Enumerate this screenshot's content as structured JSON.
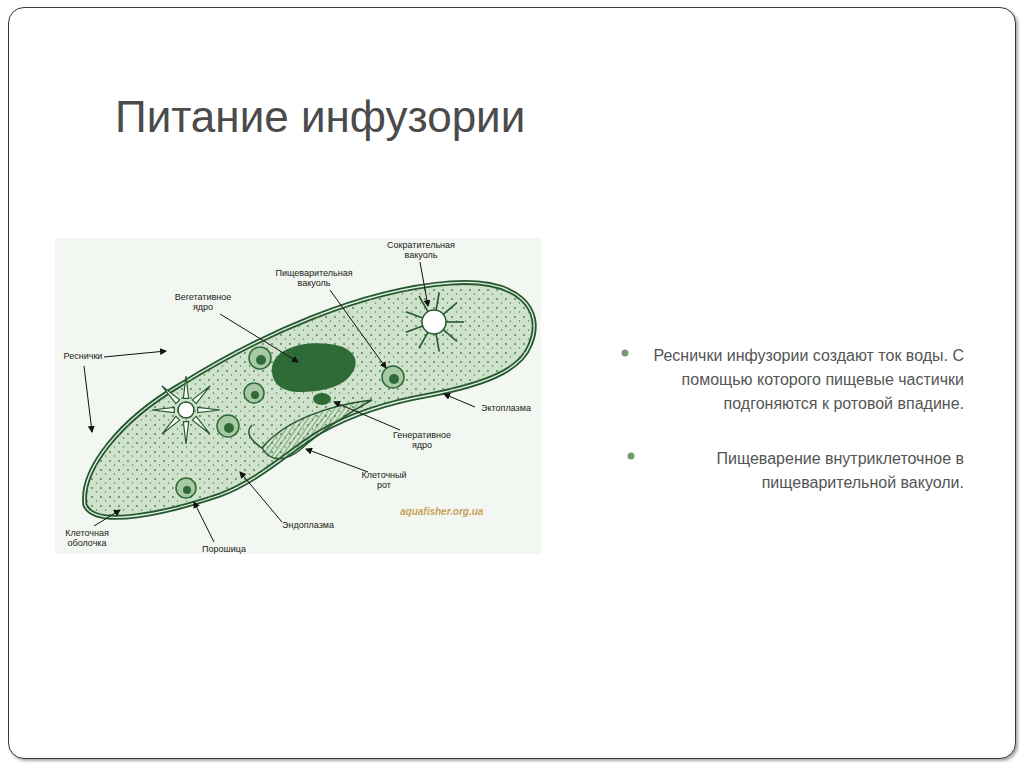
{
  "diagram": {
    "title": "Питание инфузории",
    "labels": [
      "Сократительная вакуоль",
      "Пищеварительная вакуоль",
      "Вегетативное ядро",
      "Реснички",
      "Эктоплазма",
      "Генеративное ядро",
      "Клеточный рот",
      "Клеточная оболочка",
      "Порошица",
      "Эндоплазма",
      "aquafisher.org.ua",
      "Реснички инфузории создают ток воды. С помощью которого пищевые частички подгоняются к ротовой впадине.",
      "Пищеварение внутриклеточное в пищеварительной вакуоли."
    ]
  }
}
